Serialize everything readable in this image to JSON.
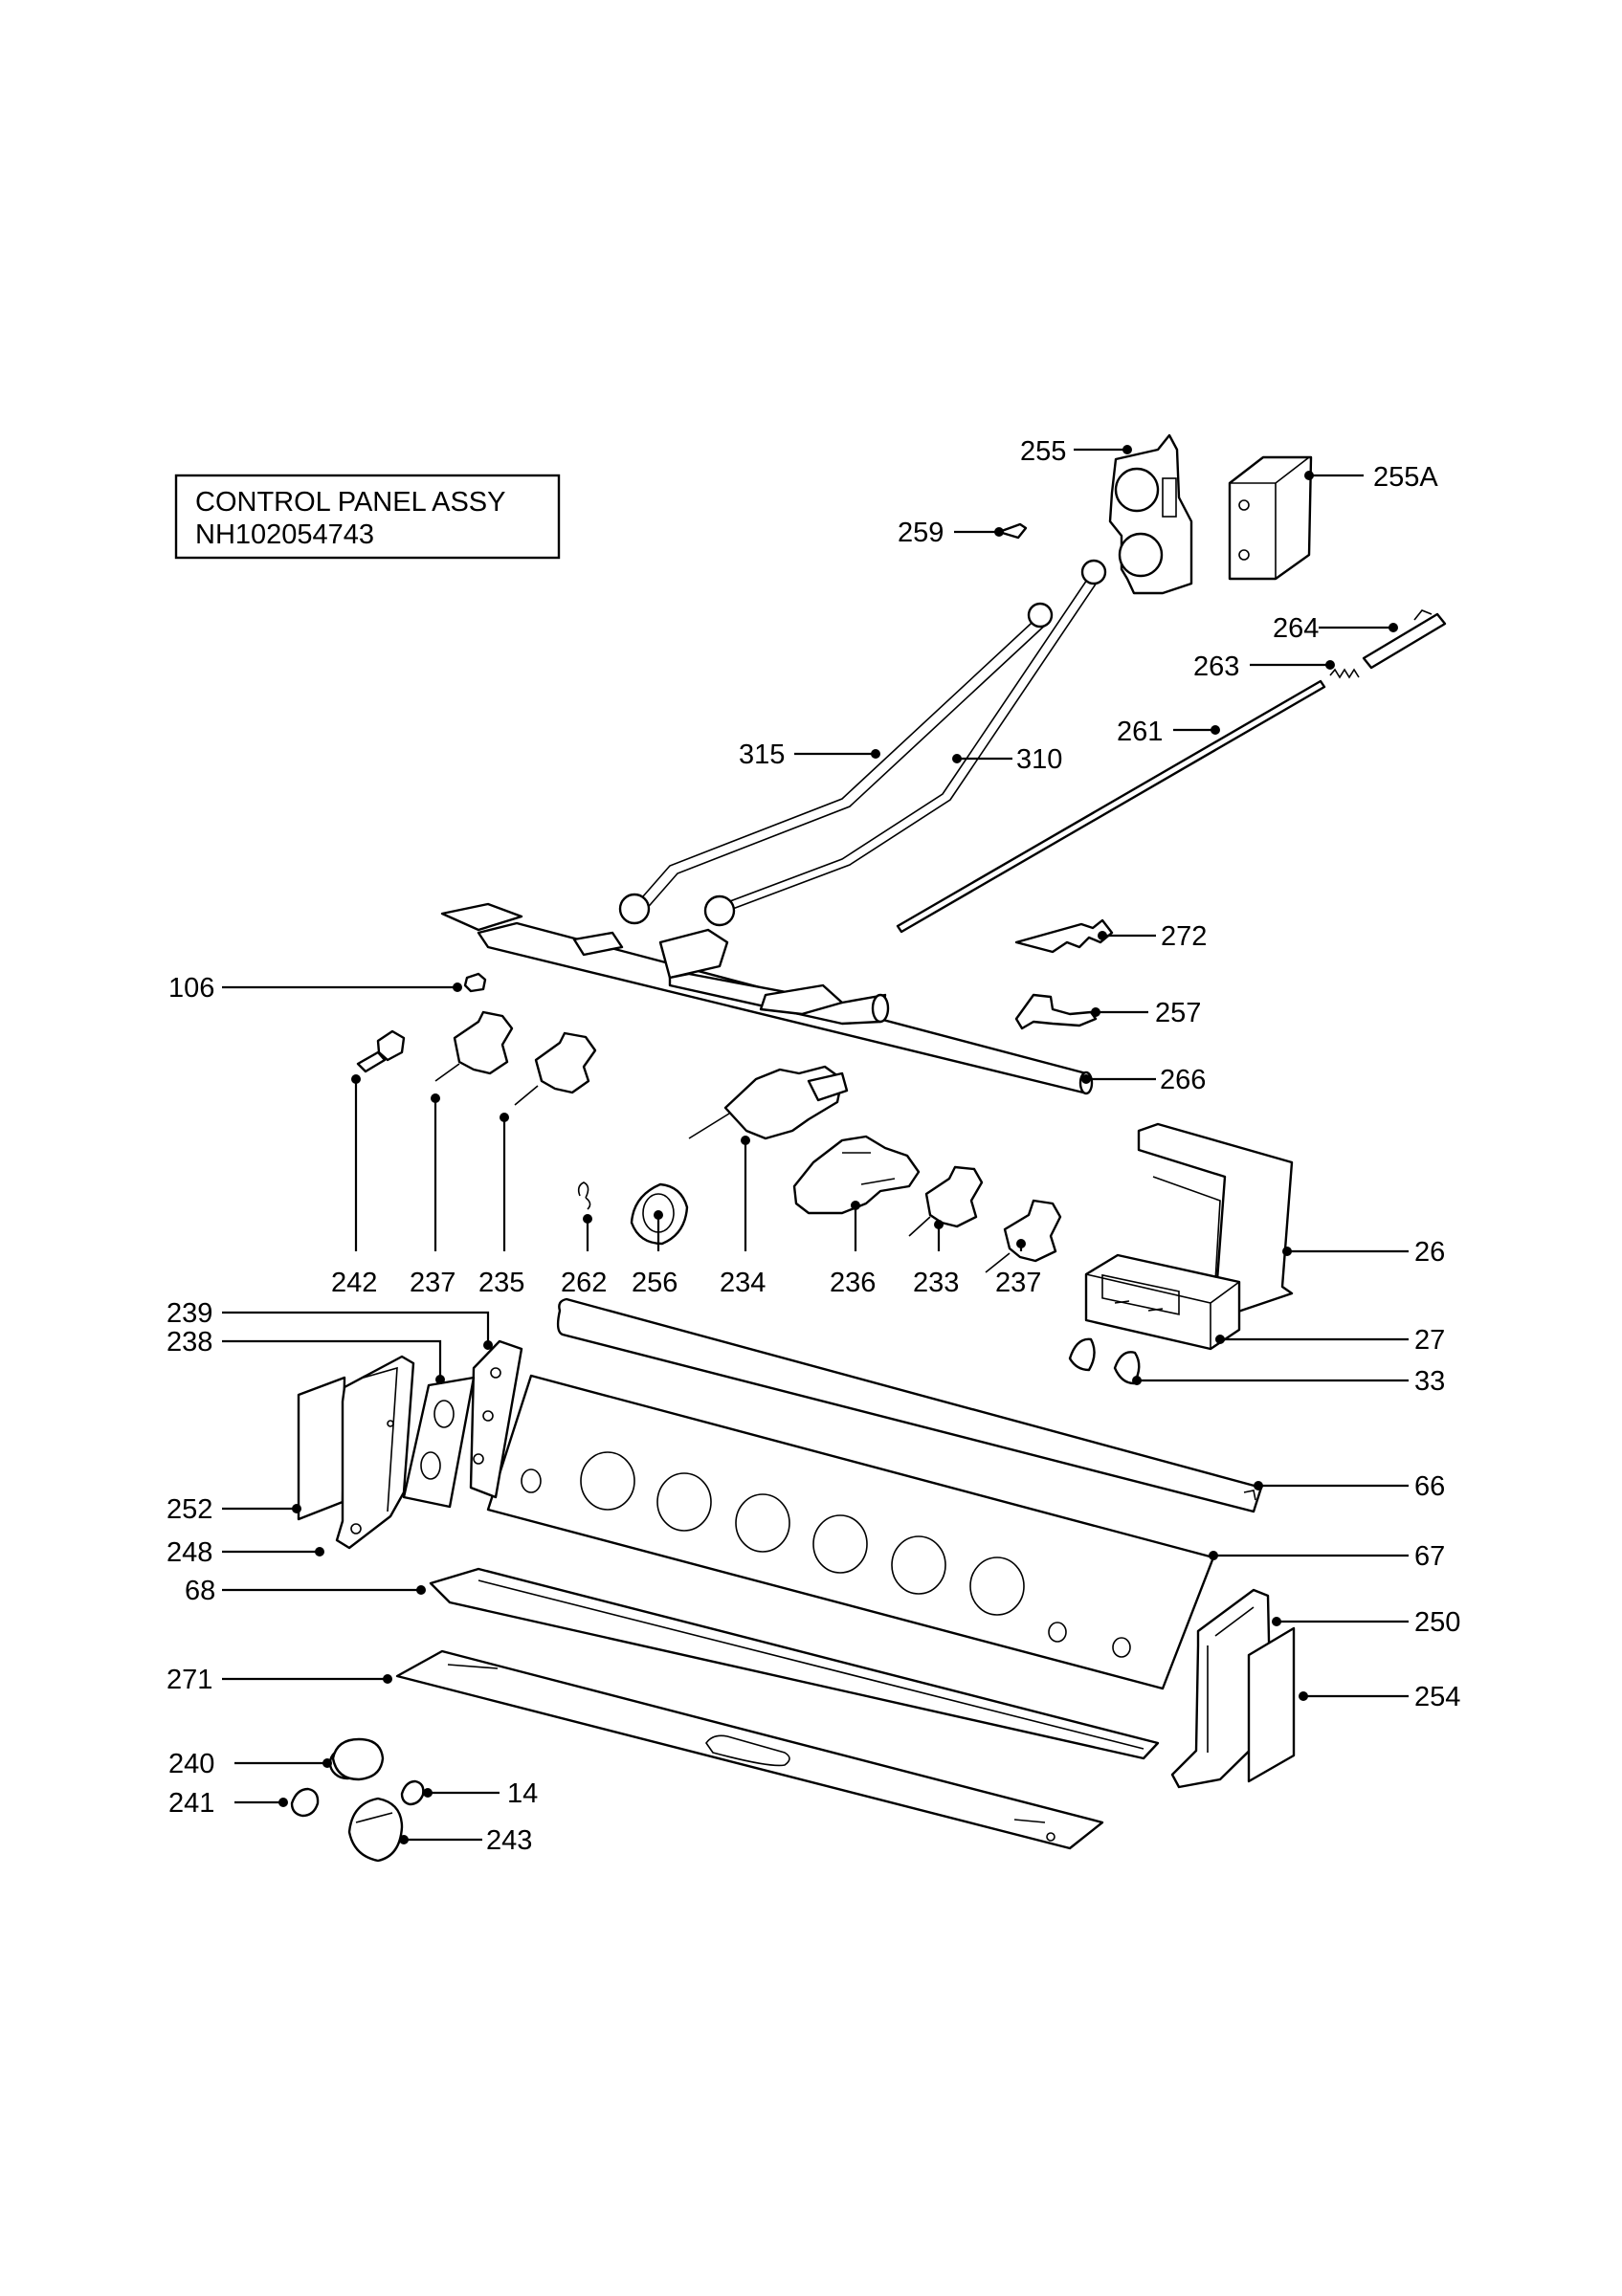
{
  "title_box": {
    "line1": "CONTROL PANEL ASSY",
    "line2": "NH102054743"
  },
  "callouts": [
    "255",
    "255A",
    "259",
    "264",
    "263",
    "261",
    "315",
    "310",
    "272",
    "257",
    "106",
    "266",
    "242",
    "237",
    "235",
    "262",
    "256",
    "234",
    "236",
    "233",
    "237",
    "26",
    "239",
    "238",
    "27",
    "33",
    "66",
    "252",
    "248",
    "67",
    "68",
    "250",
    "271",
    "254",
    "240",
    "14",
    "241",
    "243"
  ]
}
